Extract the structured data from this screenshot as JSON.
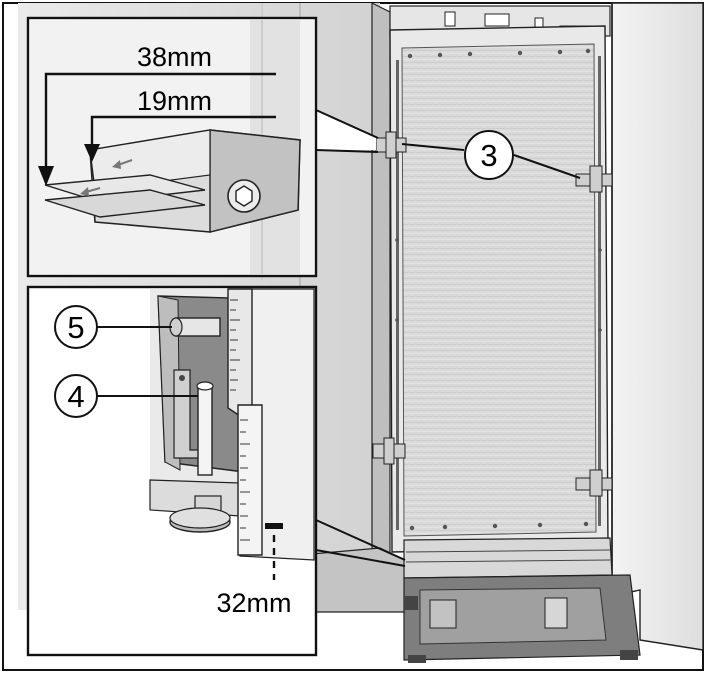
{
  "labels": {
    "dim_38": "38mm",
    "dim_19": "19mm",
    "dim_32": "32mm",
    "callout_3": "3",
    "callout_4": "4",
    "callout_5": "5"
  },
  "colors": {
    "outline": "#111111",
    "panel_light": "#e4e4e4",
    "panel_mid": "#cfcfcf",
    "panel_dark": "#9a9a9a",
    "cavity": "#7e7e7e",
    "background": "#ffffff"
  }
}
